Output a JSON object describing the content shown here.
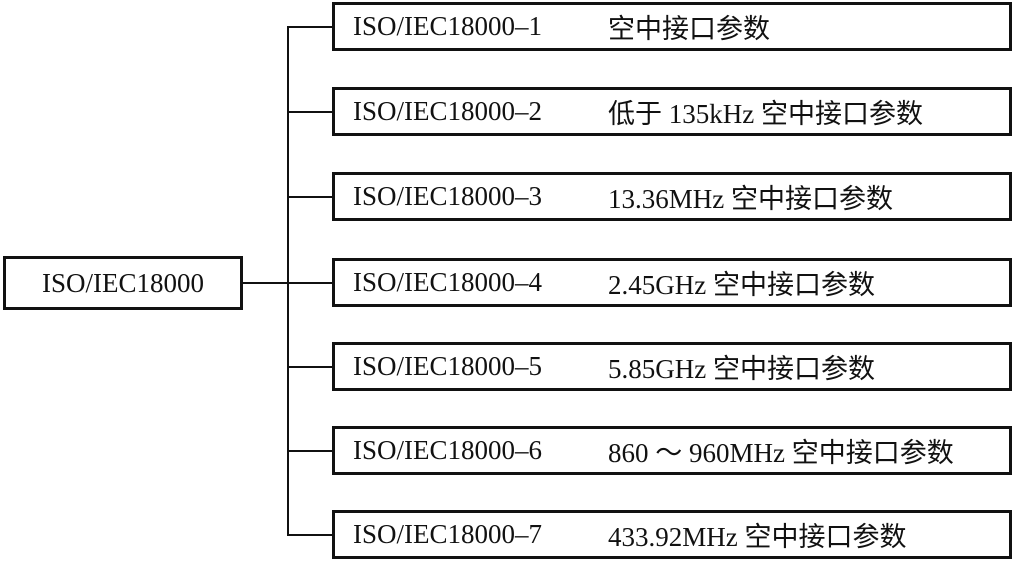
{
  "root": {
    "label": "ISO/IEC18000"
  },
  "children": [
    {
      "code": "ISO/IEC18000–1",
      "desc": "空中接口参数"
    },
    {
      "code": "ISO/IEC18000–2",
      "desc": "低于 135kHz 空中接口参数"
    },
    {
      "code": "ISO/IEC18000–3",
      "desc": "13.36MHz 空中接口参数"
    },
    {
      "code": "ISO/IEC18000–4",
      "desc": "2.45GHz 空中接口参数"
    },
    {
      "code": "ISO/IEC18000–5",
      "desc": "5.85GHz 空中接口参数"
    },
    {
      "code": "ISO/IEC18000–6",
      "desc": "860 ～ 960MHz 空中接口参数"
    },
    {
      "code": "ISO/IEC18000–7",
      "desc": "433.92MHz 空中接口参数"
    }
  ],
  "colors": {
    "line": "#111111",
    "background": "#ffffff"
  }
}
